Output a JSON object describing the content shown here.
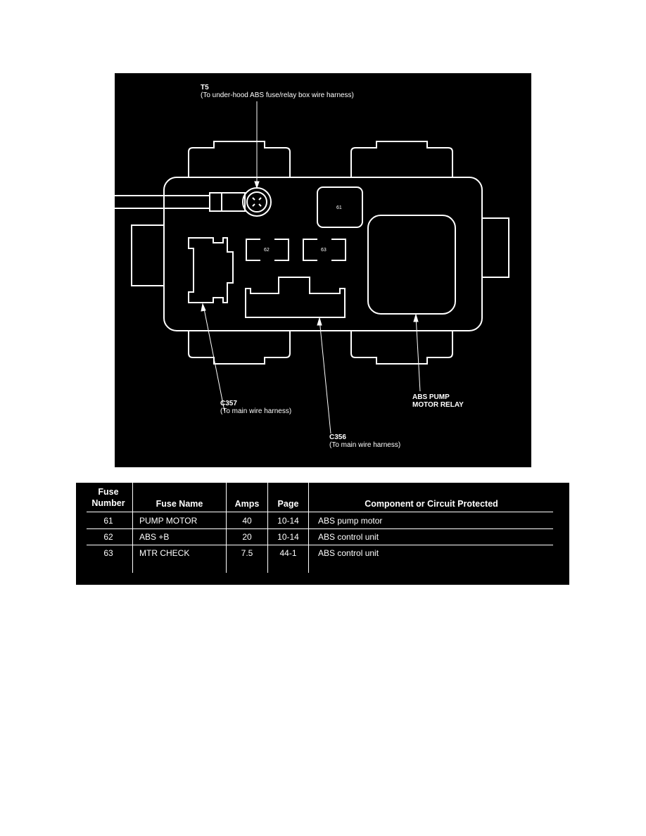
{
  "diagram": {
    "labels": {
      "t5": {
        "id": "T5",
        "desc": "(To under-hood ABS fuse/relay box wire harness)"
      },
      "c357": {
        "id": "C357",
        "desc": "(To main wire harness)"
      },
      "c356": {
        "id": "C356",
        "desc": "(To main wire harness)"
      },
      "relay": {
        "line1": "ABS PUMP",
        "line2": "MOTOR RELAY"
      }
    },
    "fuse_positions": [
      "61",
      "62",
      "63"
    ],
    "colors": {
      "background": "#000000",
      "lines": "#ffffff"
    }
  },
  "table": {
    "headers": {
      "fuse_number_1": "Fuse",
      "fuse_number_2": "Number",
      "fuse_name": "Fuse Name",
      "amps": "Amps",
      "page": "Page",
      "component": "Component or Circuit Protected"
    },
    "rows": [
      {
        "number": "61",
        "name": "PUMP MOTOR",
        "amps": "40",
        "page": "10-14",
        "component": "ABS pump motor"
      },
      {
        "number": "62",
        "name": "ABS +B",
        "amps": "20",
        "page": "10-14",
        "component": "ABS control unit"
      },
      {
        "number": "63",
        "name": "MTR CHECK",
        "amps": "7.5",
        "page": "44-1",
        "component": "ABS control unit"
      }
    ]
  }
}
